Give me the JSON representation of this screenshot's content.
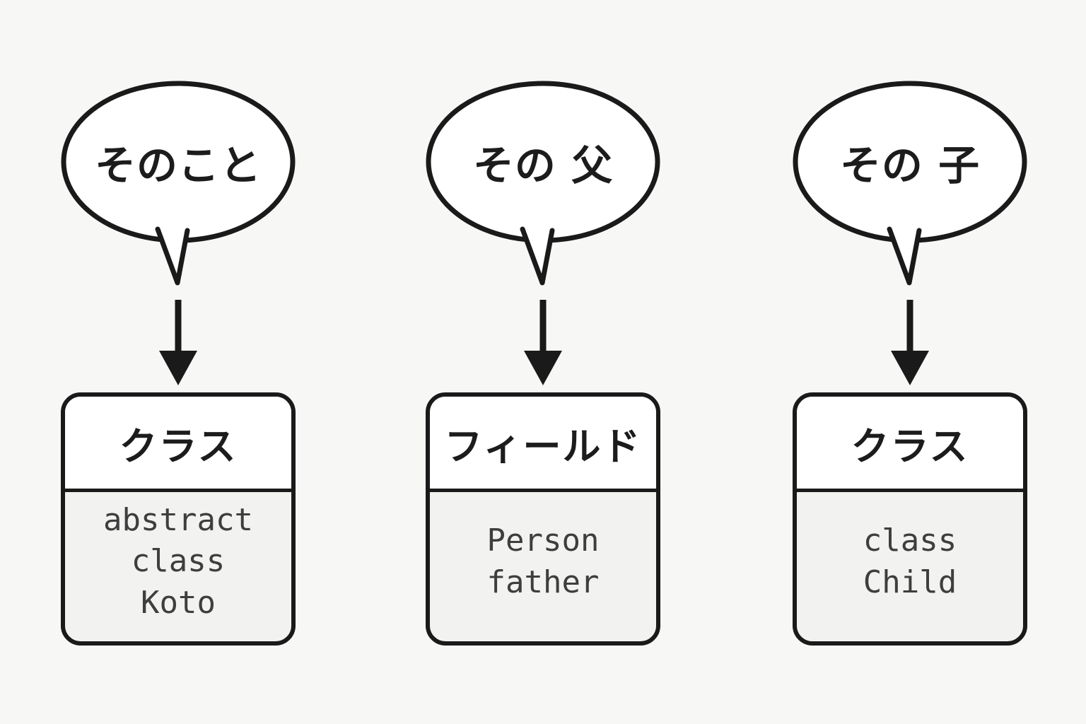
{
  "diagram_title": "speech-bubbles-to-code-concepts",
  "columns": [
    {
      "bubble": "そのこと",
      "box_title": "クラス",
      "box_body": "abstract\nclass\nKoto"
    },
    {
      "bubble": "その 父",
      "box_title": "フィールド",
      "box_body": "Person\nfather"
    },
    {
      "bubble": "その 子",
      "box_title": "クラス",
      "box_body": "class\nChild"
    }
  ],
  "colors": {
    "background": "#f7f7f6",
    "stroke": "#1a1a1a",
    "bubble_fill": "#ffffff",
    "box_header_fill": "#ffffff",
    "box_body_fill": "#f2f2f1",
    "body_text": "#3e3e3e"
  }
}
